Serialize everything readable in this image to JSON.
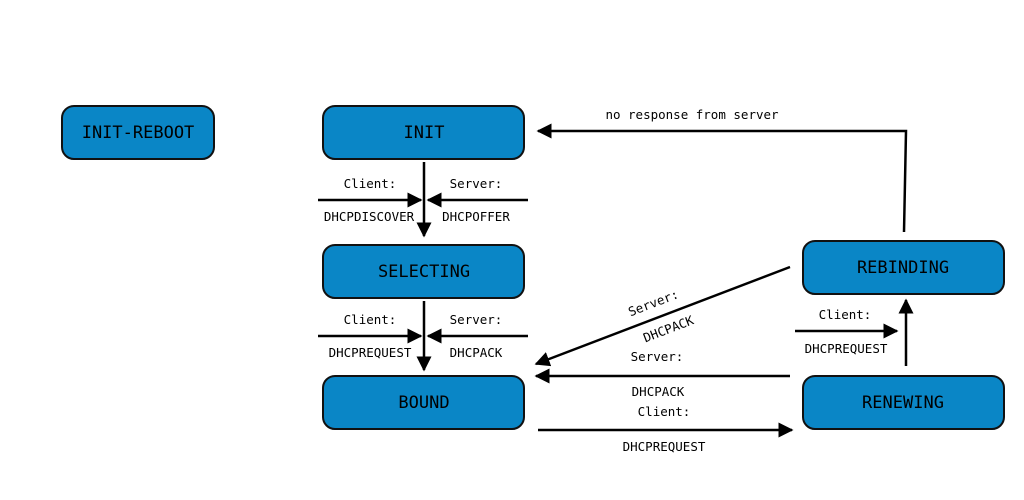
{
  "states": {
    "init_reboot": "INIT-REBOOT",
    "init": "INIT",
    "selecting": "SELECTING",
    "bound": "BOUND",
    "renewing": "RENEWING",
    "rebinding": "REBINDING"
  },
  "transitions": {
    "init_to_selecting": {
      "client_label": "Client:",
      "client_msg": "DHCPDISCOVER",
      "server_label": "Server:",
      "server_msg": "DHCPOFFER"
    },
    "selecting_to_bound": {
      "client_label": "Client:",
      "client_msg": "DHCPREQUEST",
      "server_label": "Server:",
      "server_msg": "DHCPACK"
    },
    "rebinding_to_init": {
      "label": "no response from server"
    },
    "rebinding_to_bound": {
      "server_label": "Server:",
      "server_msg": "DHCPACK"
    },
    "renewing_to_bound": {
      "server_label": "Server:",
      "server_msg": "DHCPACK"
    },
    "bound_to_renewing": {
      "client_label": "Client:",
      "client_msg": "DHCPREQUEST"
    },
    "renewing_to_rebinding": {
      "client_label": "Client:",
      "client_msg": "DHCPREQUEST"
    }
  },
  "colors": {
    "state_fill": "#0a86c6",
    "stroke": "#111111"
  }
}
